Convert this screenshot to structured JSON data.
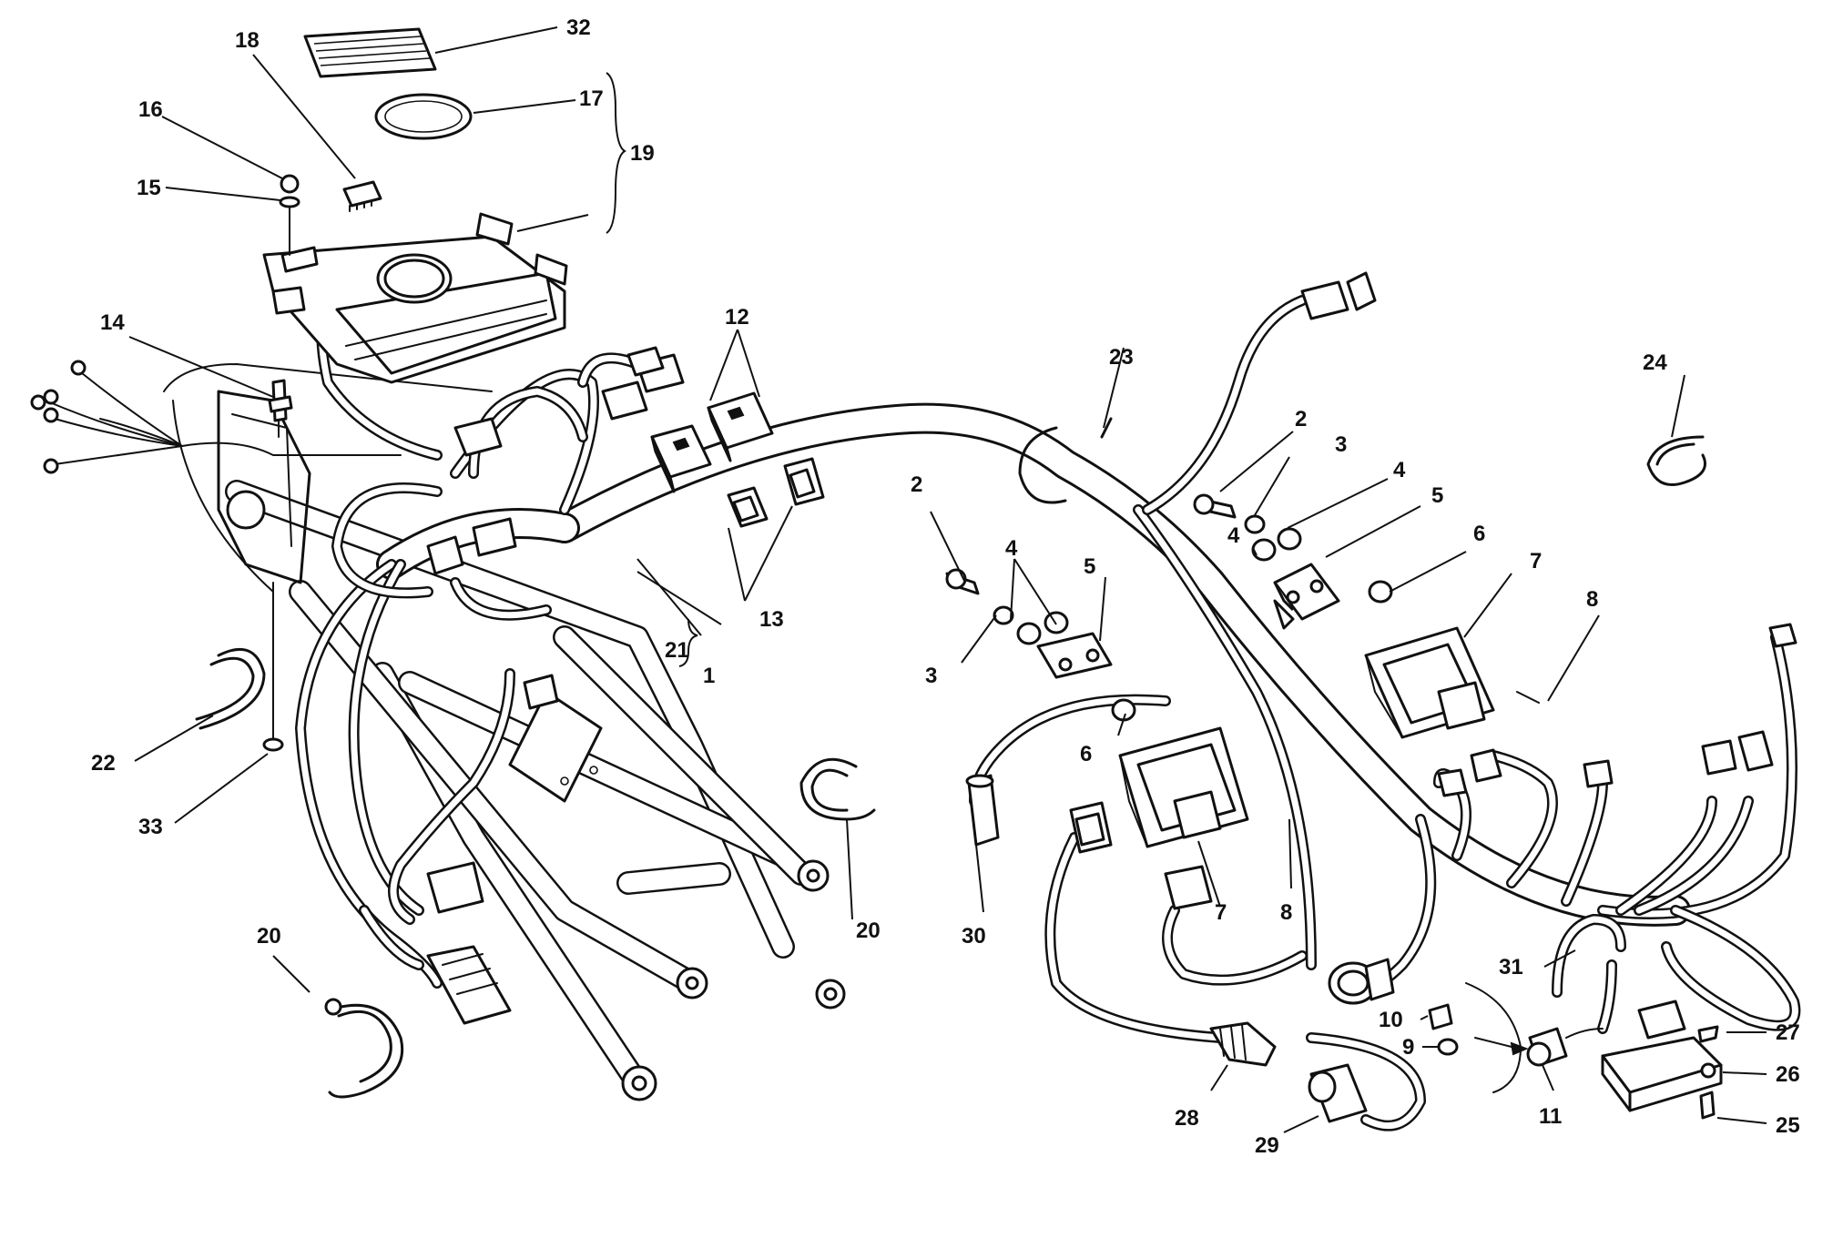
{
  "labels": [
    {
      "key": "c32",
      "text": "32"
    },
    {
      "key": "c18",
      "text": "18"
    },
    {
      "key": "c17",
      "text": "17"
    },
    {
      "key": "c16",
      "text": "16"
    },
    {
      "key": "c19",
      "text": "19"
    },
    {
      "key": "c15",
      "text": "15"
    },
    {
      "key": "c14",
      "text": "14"
    },
    {
      "key": "c12",
      "text": "12"
    },
    {
      "key": "c13",
      "text": "13"
    },
    {
      "key": "c21",
      "text": "21"
    },
    {
      "key": "c1",
      "text": "1"
    },
    {
      "key": "c22",
      "text": "22"
    },
    {
      "key": "c33",
      "text": "33"
    },
    {
      "key": "c20a",
      "text": "20"
    },
    {
      "key": "c20b",
      "text": "20"
    },
    {
      "key": "c23",
      "text": "23"
    },
    {
      "key": "c24",
      "text": "24"
    },
    {
      "key": "c2a",
      "text": "2"
    },
    {
      "key": "c3a",
      "text": "3"
    },
    {
      "key": "c4a",
      "text": "4"
    },
    {
      "key": "c5a",
      "text": "5"
    },
    {
      "key": "c6a",
      "text": "6"
    },
    {
      "key": "c4b",
      "text": "4"
    },
    {
      "key": "c7a",
      "text": "7"
    },
    {
      "key": "c8a",
      "text": "8"
    },
    {
      "key": "c2b",
      "text": "2"
    },
    {
      "key": "c3b",
      "text": "3"
    },
    {
      "key": "c4c",
      "text": "4"
    },
    {
      "key": "c5b",
      "text": "5"
    },
    {
      "key": "c6b",
      "text": "6"
    },
    {
      "key": "c7b",
      "text": "7"
    },
    {
      "key": "c8b",
      "text": "8"
    },
    {
      "key": "c30",
      "text": "30"
    },
    {
      "key": "c31",
      "text": "31"
    },
    {
      "key": "c27",
      "text": "27"
    },
    {
      "key": "c26",
      "text": "26"
    },
    {
      "key": "c25",
      "text": "25"
    },
    {
      "key": "c10",
      "text": "10"
    },
    {
      "key": "c9",
      "text": "9"
    },
    {
      "key": "c11",
      "text": "11"
    },
    {
      "key": "c28",
      "text": "28"
    },
    {
      "key": "c29",
      "text": "29"
    }
  ]
}
